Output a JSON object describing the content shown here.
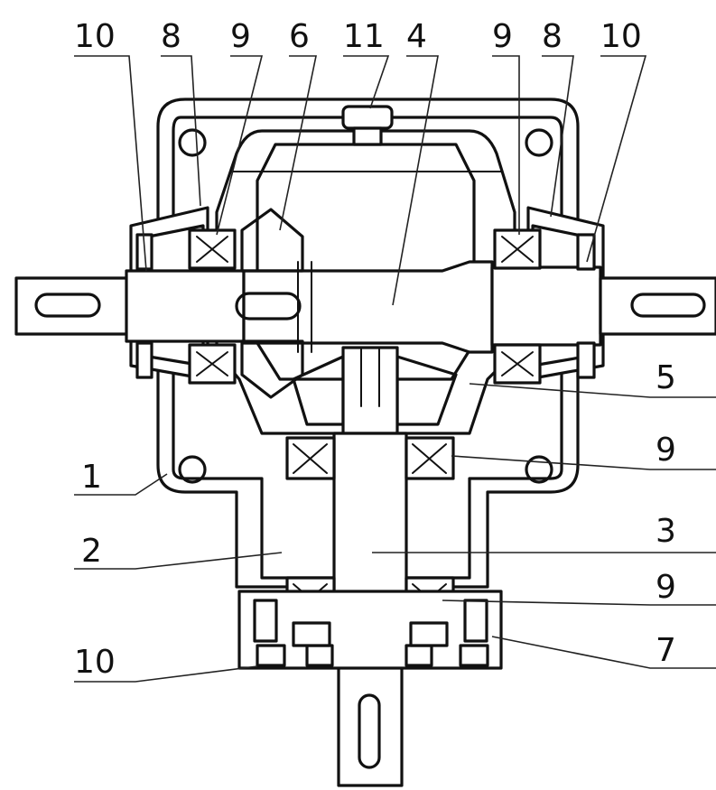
{
  "labels": {
    "top": [
      "10",
      "8",
      "9",
      "6",
      "11",
      "4",
      "9",
      "8",
      "10"
    ],
    "right": [
      "5",
      "9",
      "3",
      "9",
      "7"
    ],
    "left": [
      "1",
      "2",
      "10"
    ]
  }
}
